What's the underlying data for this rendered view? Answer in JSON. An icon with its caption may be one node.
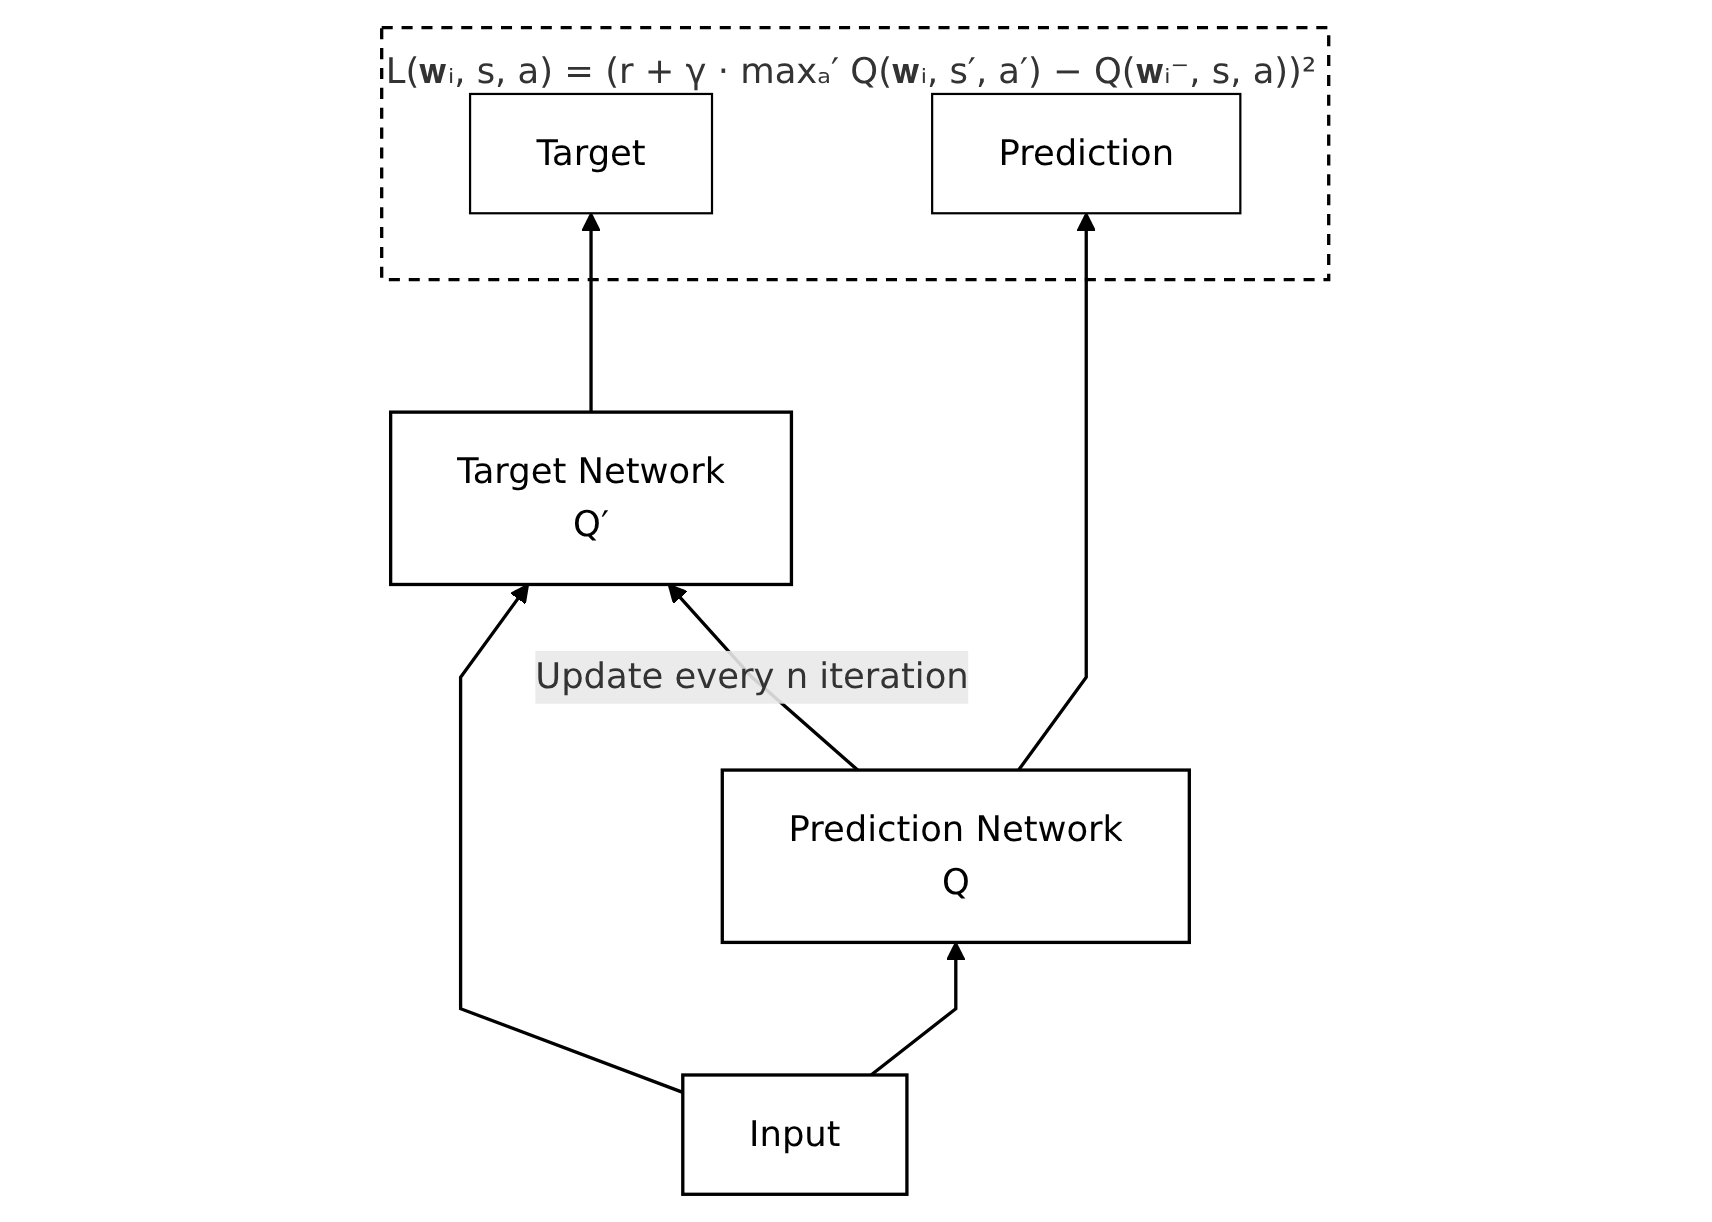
{
  "diagram": {
    "nodes": [
      {
        "text": [
          "L(𝐰ᵢ, s, a) = (r + γ · maxₐ′ Q(𝐰ᵢ, s′, a′) − Q(𝐰ᵢ⁻, s, a))²"
        ]
      },
      {
        "text": [
          "Target"
        ],
        "in": 0
      },
      {
        "text": [
          "Prediction"
        ],
        "in": 0
      },
      {
        "text": [
          "Target Network",
          "Q′"
        ]
      },
      {
        "text": [
          "Prediction Network",
          "Q"
        ]
      },
      {
        "text": [
          "Input"
        ]
      }
    ],
    "edges": [
      {
        "from": 3,
        "to": 1,
        "arrow": "to"
      },
      {
        "from": 4,
        "to": 2,
        "arrow": "to"
      },
      {
        "from": 4,
        "to": 3,
        "arrow": "to",
        "label": "Update every n iteration"
      },
      {
        "from": 5,
        "to": 3,
        "arrow": "to"
      },
      {
        "from": 5,
        "to": 4,
        "arrow": "to"
      }
    ]
  }
}
